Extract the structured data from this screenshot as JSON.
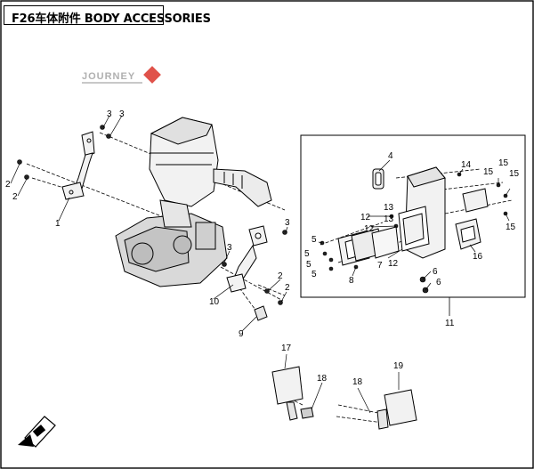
{
  "header": {
    "title": "F26车体附件 BODY ACCESSORIES"
  },
  "watermark": {
    "brand": "JOURNEY"
  },
  "callouts": [
    "1",
    "2",
    "2",
    "3",
    "3",
    "4",
    "5",
    "5",
    "5",
    "5",
    "6",
    "6",
    "7",
    "8",
    "9",
    "10",
    "11",
    "12",
    "12",
    "12",
    "13",
    "13",
    "14",
    "15",
    "15",
    "15",
    "15",
    "16",
    "17",
    "18",
    "18",
    "19",
    "2",
    "2",
    "3",
    "3"
  ],
  "colors": {
    "line": "#000000",
    "part_fill": "#f2f2f2",
    "shade": "#bdbdbd",
    "watermark_red": "#e0524a",
    "watermark_gray": "#b0b0b0"
  }
}
